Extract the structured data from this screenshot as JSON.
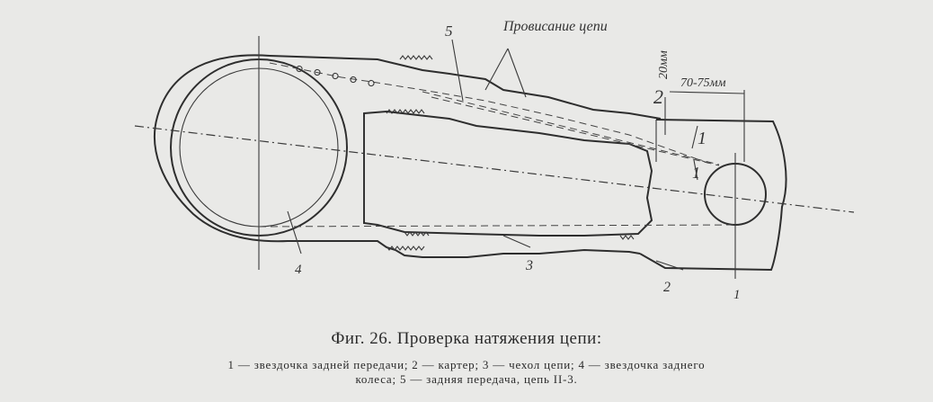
{
  "diagram": {
    "labels": {
      "chain_sag": "Провисание цепи",
      "dim_20": "20мм",
      "dim_70_75": "70-75мм",
      "num_5": "5",
      "num_4": "4",
      "num_3": "3",
      "num_2_top": "2",
      "num_2_bottom": "2",
      "num_1_top": "1",
      "num_1_bottom": "1",
      "num_1_mid": "1"
    }
  },
  "caption": {
    "title": "Фиг. 26. Проверка натяжения цепи:",
    "legend_line1": "1 — звездочка задней передачи; 2 — картер; 3 — чехол цепи; 4 — звездочка заднего",
    "legend_line2": "колеса; 5 — задняя передача, цепь II-3."
  },
  "colors": {
    "ink": "#2e2e2e",
    "paper": "#e9e9e7"
  }
}
